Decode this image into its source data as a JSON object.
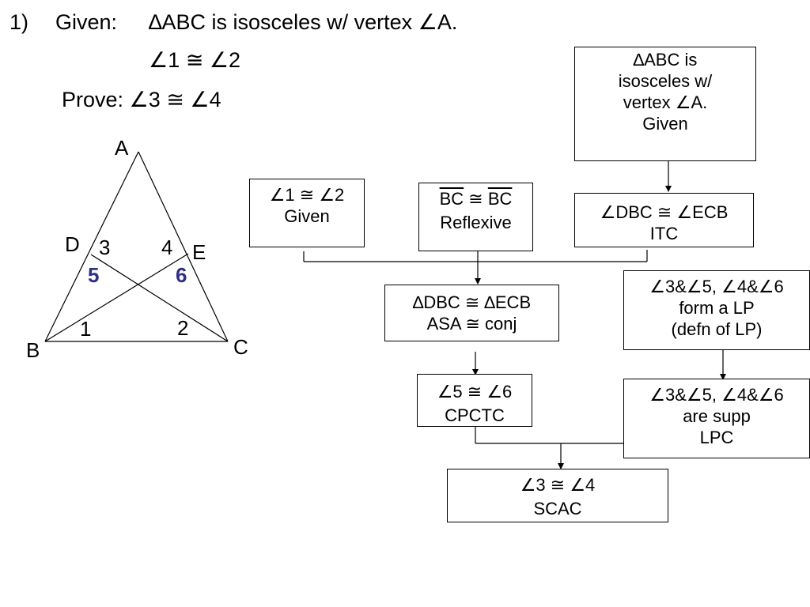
{
  "header": {
    "number": "1)",
    "given_label": "Given:",
    "given_line1": "∆ABC is isosceles w/ vertex ∠A.",
    "given_line2": "∠1 ≅ ∠2",
    "prove_line": "Prove: ∠3 ≅ ∠4"
  },
  "figure": {
    "points": {
      "A": "A",
      "B": "B",
      "C": "C",
      "D": "D",
      "E": "E"
    },
    "angles": {
      "a1": "1",
      "a2": "2",
      "a3": "3",
      "a4": "4",
      "a5": "5",
      "a6": "6"
    },
    "highlight_color": "#2b2f8f"
  },
  "boxes": {
    "abc_given": {
      "line1": "∆ABC is",
      "line2": "isosceles w/",
      "line3": "vertex ∠A.",
      "line4": "Given"
    },
    "angles12_given": {
      "line1": "∠1 ≅ ∠2",
      "line2": "Given"
    },
    "bc_reflexive": {
      "seg_a": "BC",
      "cong": " ≅ ",
      "seg_b": "BC",
      "line2": "Reflexive"
    },
    "dbc_ecb_itc": {
      "line1": "∠DBC ≅ ∠ECB",
      "line2": "ITC"
    },
    "triangles_asa": {
      "line1": "∆DBC ≅ ∆ECB",
      "line2": "ASA ≅ conj"
    },
    "lp_defn": {
      "line1": "∠3&∠5, ∠4&∠6",
      "line2": "form a LP",
      "line3": "(defn of LP)"
    },
    "angles56_cpctc": {
      "line1": "∠5 ≅ ∠6",
      "line2": "CPCTC"
    },
    "supp_lpc": {
      "line1": "∠3&∠5, ∠4&∠6",
      "line2": "are supp",
      "line3": "LPC"
    },
    "angles34_scac": {
      "line1": "∠3 ≅ ∠4",
      "line2": "SCAC"
    }
  }
}
